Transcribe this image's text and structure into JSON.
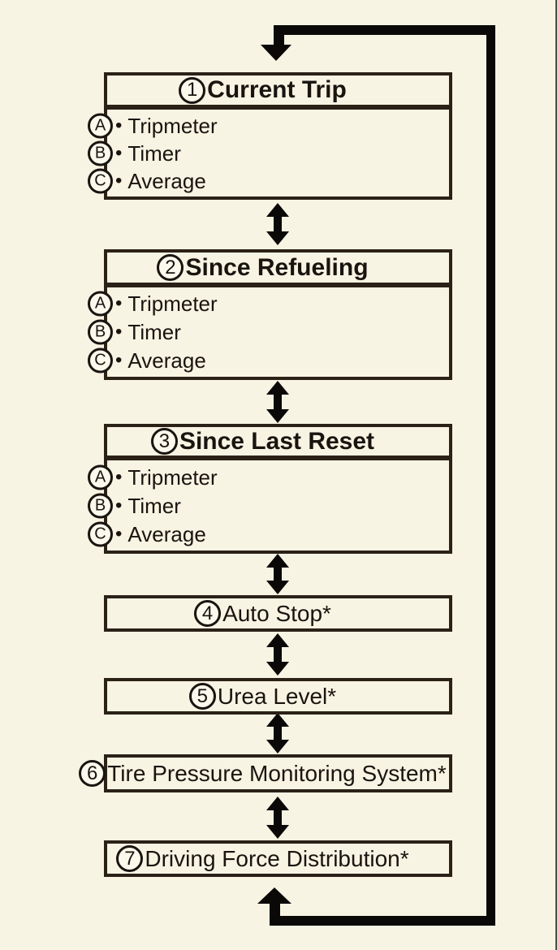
{
  "bullet": "•",
  "colors": {
    "background": "#f8f4e3",
    "loop_line": "#0a0908",
    "box_border": "#2b2117",
    "text": "#1a1410",
    "circle_fill": "#fbf8ec",
    "page_edge": "#475344"
  },
  "menus": [
    {
      "num": "1",
      "title": "Current Trip",
      "items": [
        {
          "letter": "A",
          "label": "Tripmeter"
        },
        {
          "letter": "B",
          "label": "Timer"
        },
        {
          "letter": "C",
          "label": "Average"
        }
      ]
    },
    {
      "num": "2",
      "title": "Since Refueling",
      "items": [
        {
          "letter": "A",
          "label": "Tripmeter"
        },
        {
          "letter": "B",
          "label": "Timer"
        },
        {
          "letter": "C",
          "label": "Average"
        }
      ]
    },
    {
      "num": "3",
      "title": "Since Last Reset",
      "items": [
        {
          "letter": "A",
          "label": "Tripmeter"
        },
        {
          "letter": "B",
          "label": "Timer"
        },
        {
          "letter": "C",
          "label": "Average"
        }
      ]
    },
    {
      "num": "4",
      "title": "Auto Stop*"
    },
    {
      "num": "5",
      "title": "Urea Level*"
    },
    {
      "num": "6",
      "title": "Tire Pressure Monitoring System*"
    },
    {
      "num": "7",
      "title": "Driving Force Distribution*"
    }
  ]
}
